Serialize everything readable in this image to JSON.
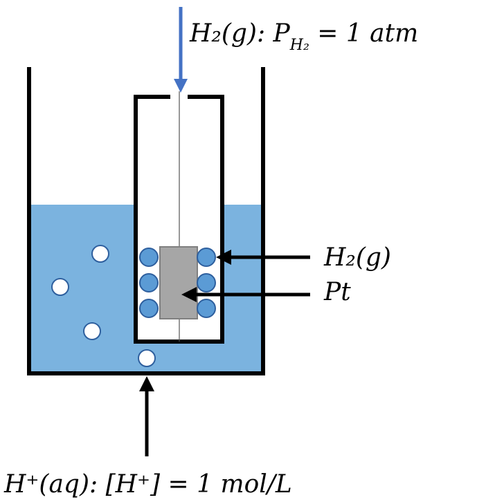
{
  "labels": {
    "gas_inlet": "H₂(g):  P",
    "gas_inlet_subscript": "H₂",
    "gas_inlet_rest": " = 1 atm",
    "hydrogen_adsorbed": "H₂(g)",
    "platinum": "Pt",
    "acid_solution": "H⁺(aq): [H⁺] = 1 mol/L"
  },
  "colors": {
    "solution": "#7bb3df",
    "gas_arrow": "#4472c4",
    "h2_bubble": "#5b9bd5",
    "h2_bubble_edge": "#2e5f9e",
    "proton_bubble": "#ffffff",
    "proton_bubble_edge": "#2e5f9e",
    "platinum": "#a6a6a6",
    "platinum_edge": "#7f7f7f",
    "outline": "#000000"
  }
}
